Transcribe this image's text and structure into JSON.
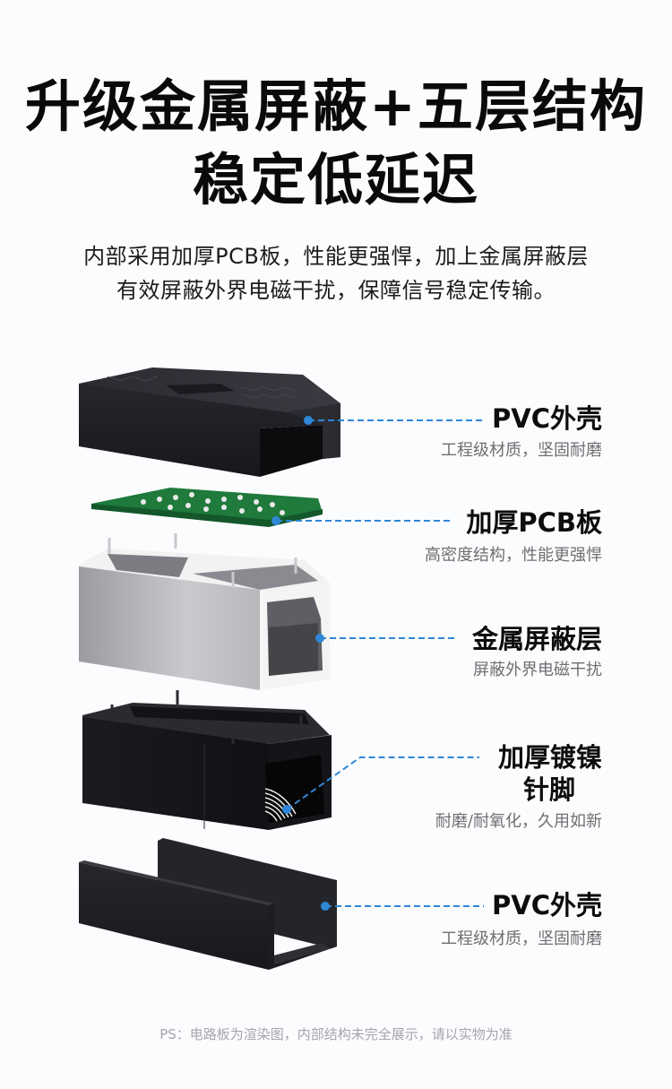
{
  "header": {
    "title_line1": "升级金属屏蔽+五层结构",
    "title_line2": "稳定低延迟",
    "subtitle_line1": "内部采用加厚PCB板，性能更强悍，加上金属屏蔽层",
    "subtitle_line2": "有效屏蔽外界电磁干扰，保障信号稳定传输。"
  },
  "layers": [
    {
      "title": "PVC外壳",
      "desc": "工程级材质，坚固耐磨",
      "icon": "top-shell-icon"
    },
    {
      "title": "加厚PCB板",
      "desc": "高密度结构，性能更强悍",
      "icon": "pcb-board-icon"
    },
    {
      "title": "金属屏蔽层",
      "desc": "屏蔽外界电磁干扰",
      "icon": "metal-shield-icon"
    },
    {
      "title_line1": "加厚镀镍",
      "title_line2": "针脚",
      "desc": "耐磨/耐氧化，久用如新",
      "icon": "nickel-pins-icon"
    },
    {
      "title": "PVC外壳",
      "desc": "工程级材质，坚固耐磨",
      "icon": "bottom-shell-icon"
    }
  ],
  "footnote": "PS：电路板为渲染图，内部结构未完全展示，请以实物为准",
  "colors": {
    "accent": "#2f86d6",
    "pcb_green": "#1f7a3c",
    "shell_black": "#1e1f24",
    "metal": "#d8d9dc"
  }
}
